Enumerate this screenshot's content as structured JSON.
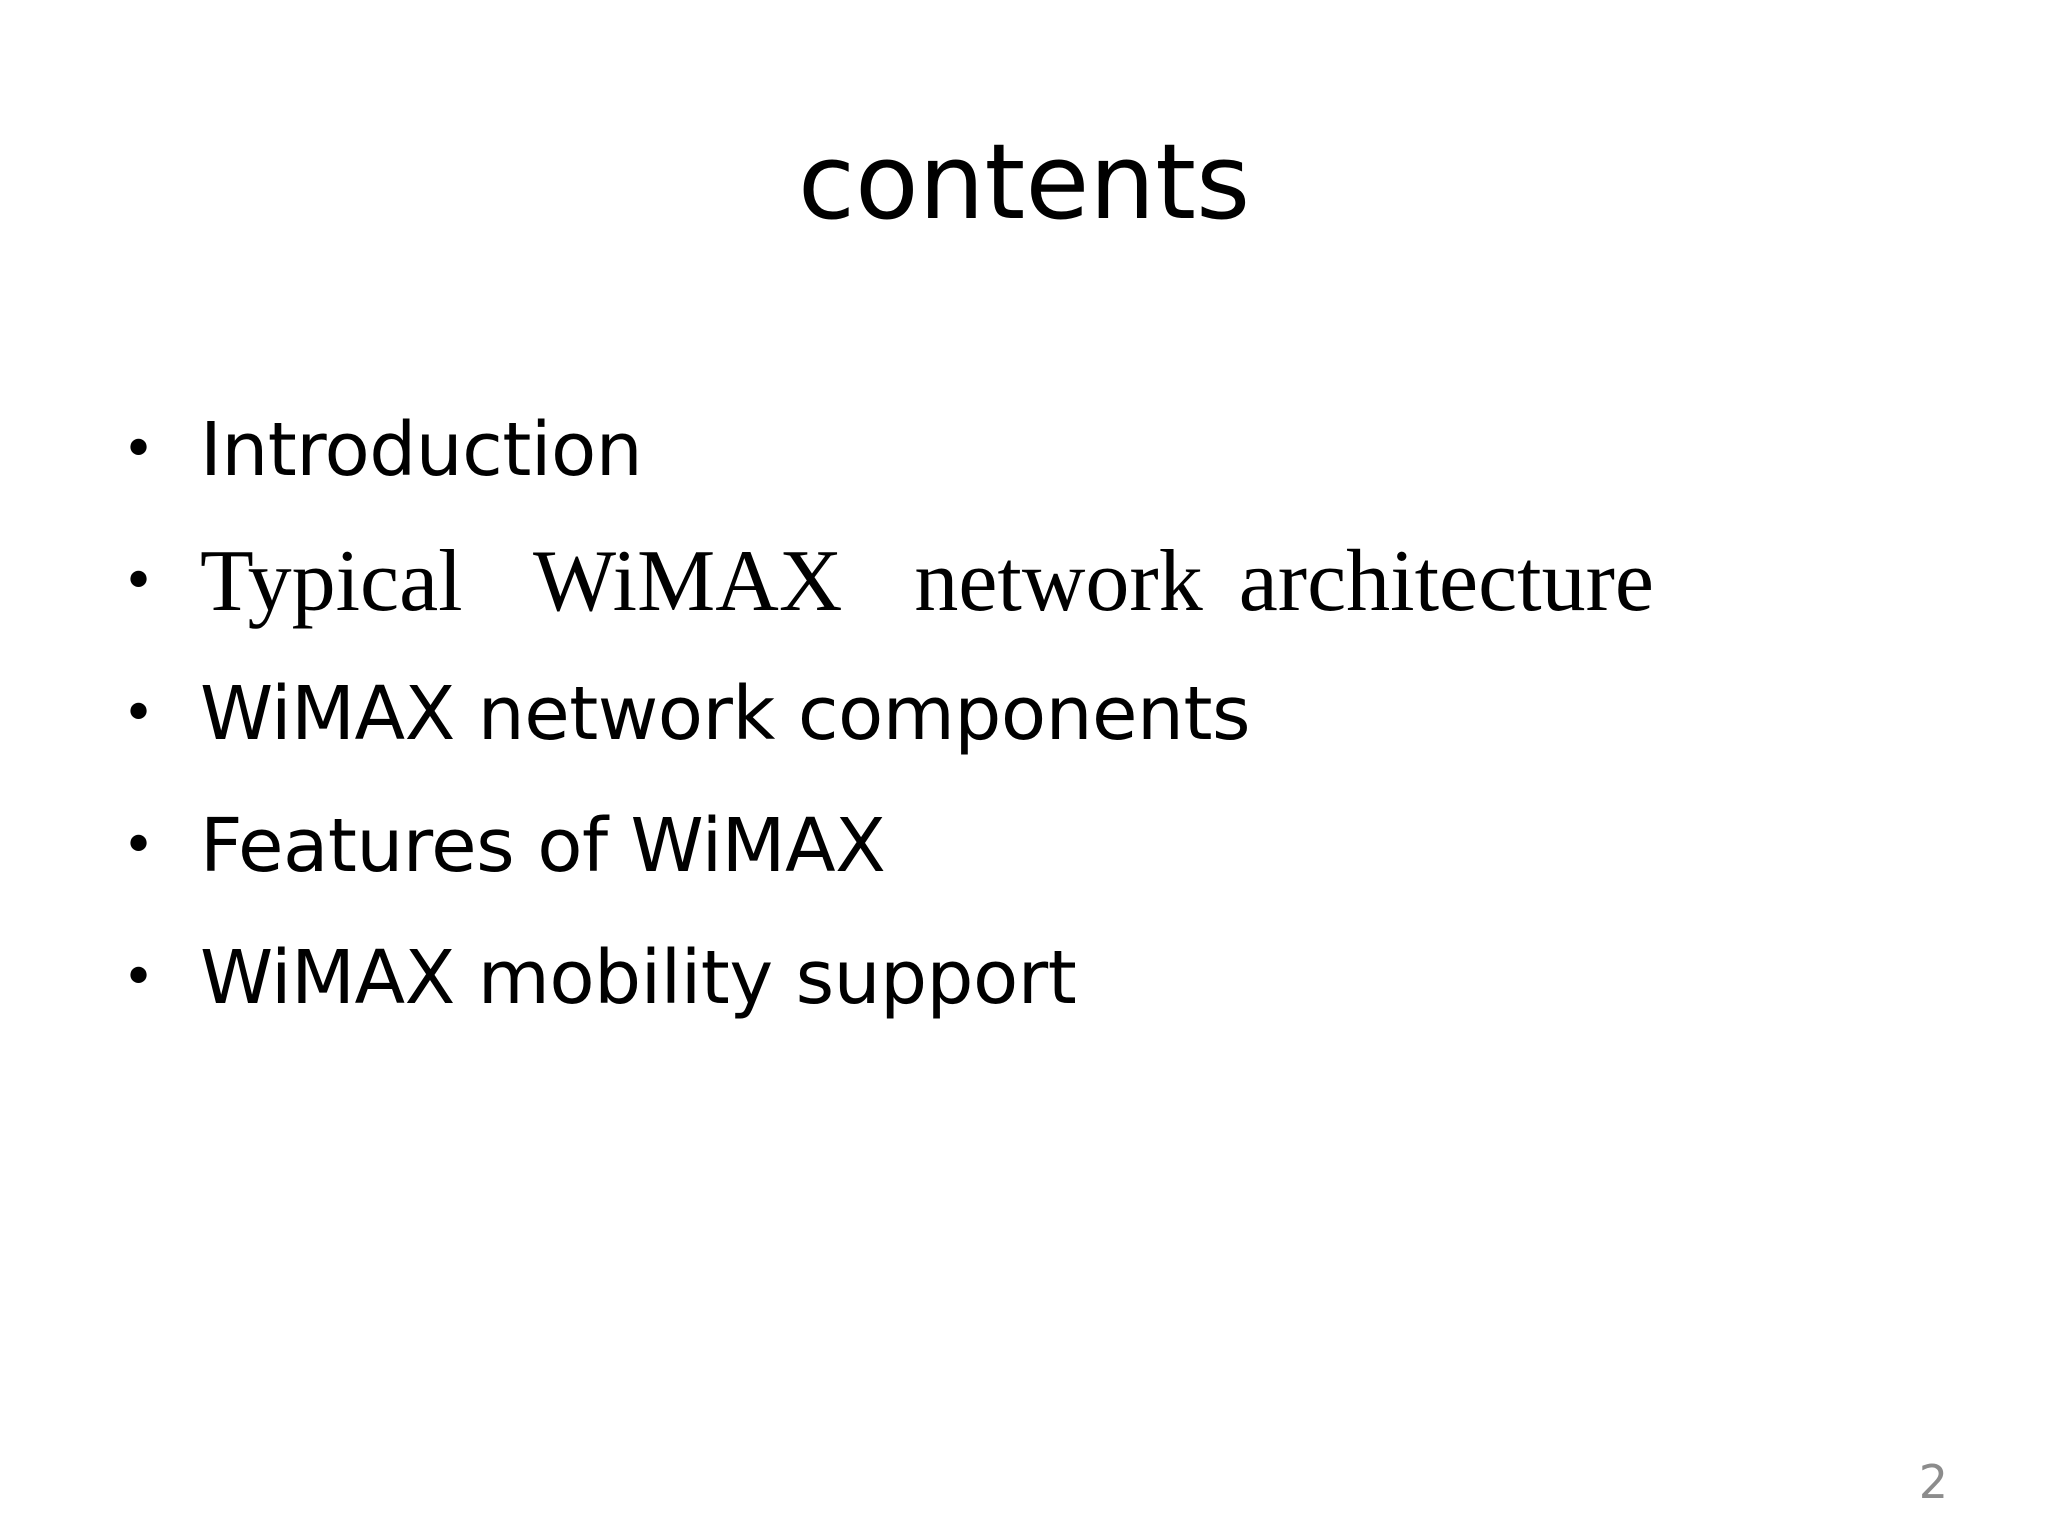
{
  "slide": {
    "title": "contents",
    "items": [
      {
        "bullet": "•",
        "text": "Introduction"
      },
      {
        "bullet": "•",
        "text": "Typical  WiMAX  network architecture"
      },
      {
        "bullet": "•",
        "text": "WiMAX network components"
      },
      {
        "bullet": "•",
        "text": "Features of WiMAX"
      },
      {
        "bullet": "•",
        "text": "WiMAX mobility support"
      }
    ],
    "page_number": "2"
  }
}
